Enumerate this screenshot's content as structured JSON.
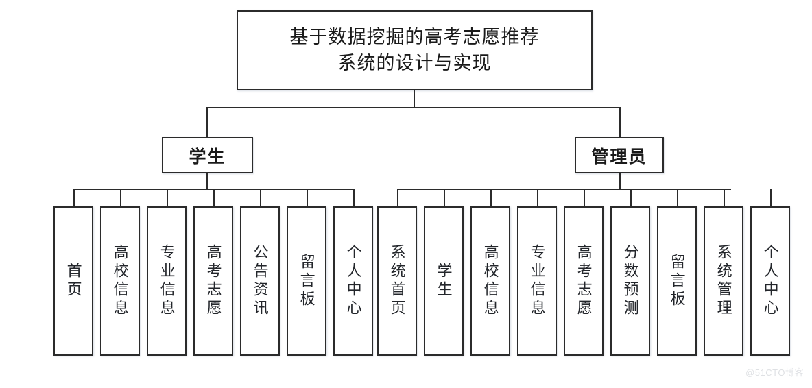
{
  "diagram": {
    "type": "hierarchy-tree",
    "root": {
      "label": "基于数据挖掘的高考志愿推荐\n系统的设计与实现"
    },
    "roles": [
      {
        "id": "student",
        "label": "学生"
      },
      {
        "id": "admin",
        "label": "管理员"
      }
    ],
    "student_modules": [
      {
        "label": "首页"
      },
      {
        "label": "高校信息"
      },
      {
        "label": "专业信息"
      },
      {
        "label": "高考志愿"
      },
      {
        "label": "公告资讯"
      },
      {
        "label": "留言板"
      },
      {
        "label": "个人中心"
      }
    ],
    "admin_modules": [
      {
        "label": "系统首页"
      },
      {
        "label": "学生"
      },
      {
        "label": "高校信息"
      },
      {
        "label": "专业信息"
      },
      {
        "label": "高考志愿"
      },
      {
        "label": "分数预测"
      },
      {
        "label": "留言板"
      },
      {
        "label": "系统管理"
      },
      {
        "label": "个人中心"
      }
    ],
    "colors": {
      "border": "#2b2b2b",
      "background": "#ffffff",
      "text": "#1a1a1a",
      "watermark": "#dfe1e4"
    }
  },
  "watermark": {
    "text": "@51CTO博客"
  }
}
